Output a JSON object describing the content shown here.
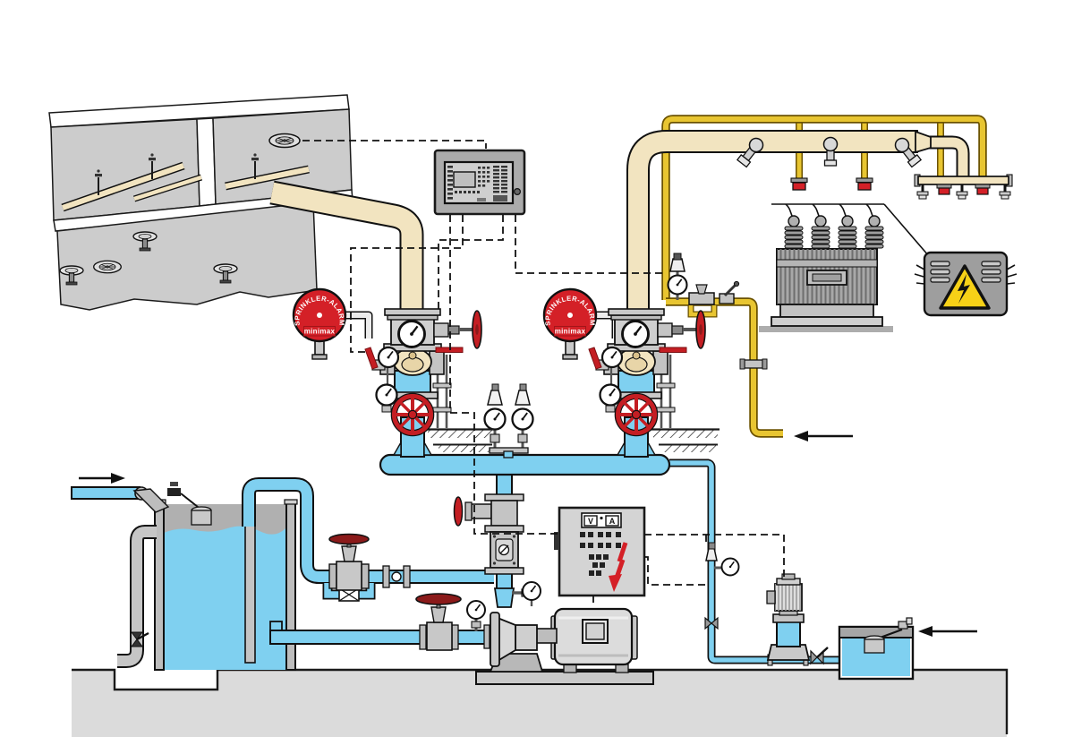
{
  "bell": {
    "label": "SPRINKLER-ALARM",
    "brand": "minimax"
  },
  "control_cabinet": {
    "voltmeter_label": "V",
    "ammeter_label": "A"
  },
  "colors": {
    "water_pipe": "#7FD0F0",
    "dry_pipe": "#F2E4C0",
    "pilot_pipe": "#E8C531",
    "alarm_red": "#D42027",
    "handwheel_red": "#C41E23",
    "warning_yellow": "#F7D117",
    "structure_gray": "#CCCCCC"
  },
  "components": [
    "ceiling sprinkler network",
    "fire alarm control panel",
    "sprinkler alarm bells",
    "wet alarm valve stations with main stop valves",
    "water storage tank with float valve and overflow",
    "main fire pump with electric motor",
    "pump control cabinet with voltmeter and ammeter",
    "jockey pump",
    "priming tank",
    "transformer deluge spray piping",
    "pilot detection line",
    "medium-voltage switchgear box"
  ],
  "arrows": [
    {
      "name": "tank-water-inlet",
      "direction": "right"
    },
    {
      "name": "pilot-line-supply",
      "direction": "left"
    },
    {
      "name": "priming-tank-inlet",
      "direction": "left"
    }
  ]
}
